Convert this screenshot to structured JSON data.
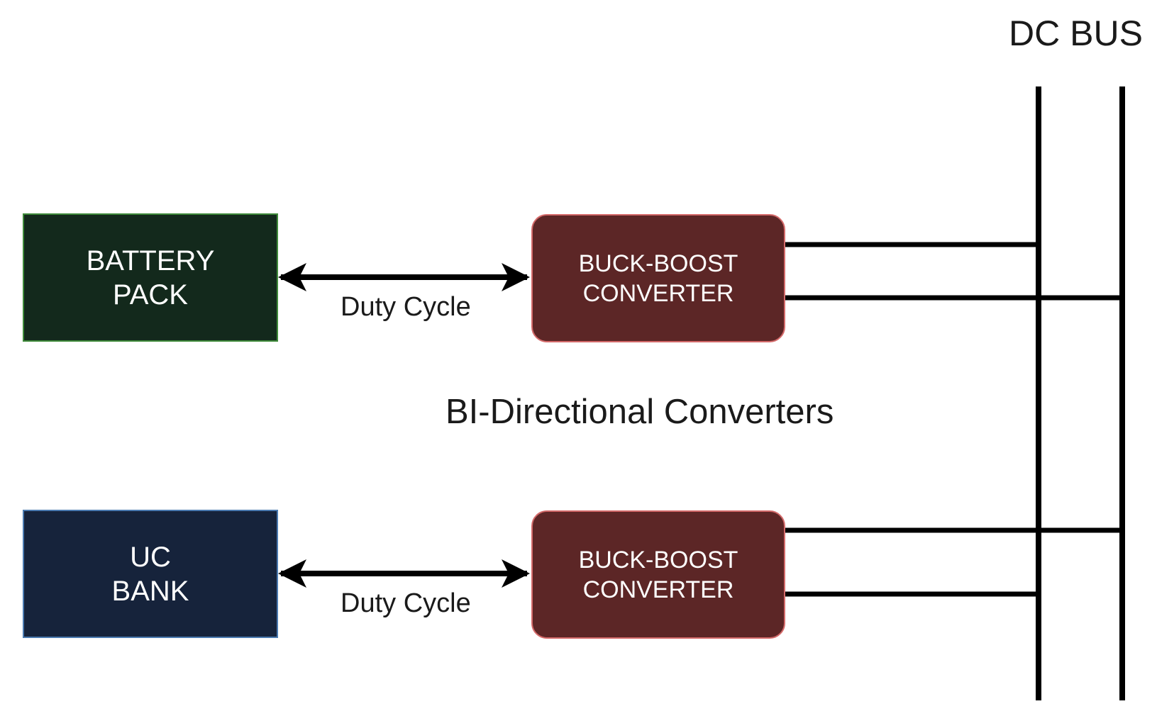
{
  "diagram": {
    "dc_bus_label": "DC BUS",
    "caption": "BI-Directional Converters",
    "sources": [
      {
        "name": "battery-pack",
        "line1": "BATTERY",
        "line2": "PACK",
        "color": "#13291c",
        "border_color": "#3f8a3a"
      },
      {
        "name": "uc-bank",
        "line1": "UC",
        "line2": "BANK",
        "color": "#16233b",
        "border_color": "#4a7ab0"
      }
    ],
    "converters": [
      {
        "line1": "BUCK-BOOST",
        "line2": "CONVERTER",
        "color": "#5c2626",
        "border_color": "#d46a6a"
      },
      {
        "line1": "BUCK-BOOST",
        "line2": "CONVERTER",
        "color": "#5c2626",
        "border_color": "#d46a6a"
      }
    ],
    "links": [
      {
        "label": "Duty Cycle",
        "direction": "bidirectional"
      },
      {
        "label": "Duty Cycle",
        "direction": "bidirectional"
      }
    ],
    "line_color": "#000000"
  }
}
